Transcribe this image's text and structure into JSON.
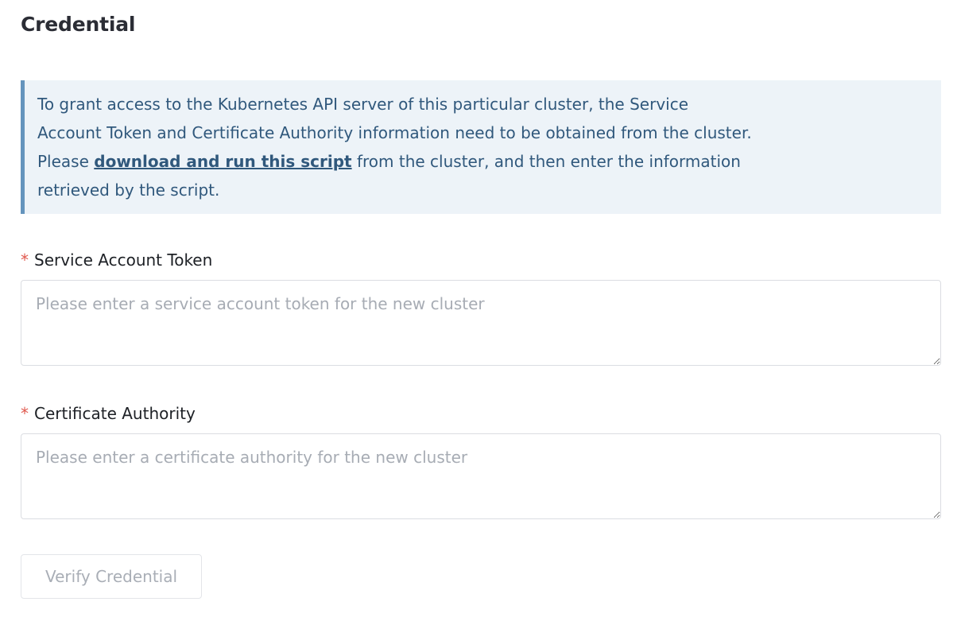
{
  "page": {
    "title": "Credential"
  },
  "banner": {
    "text_before": "To grant access to the Kubernetes API server of this particular cluster, the Service\nAccount Token and Certificate Authority information need to be obtained from the cluster.\nPlease ",
    "link_text": "download and run this script",
    "text_after": " from the cluster, and then enter the information\nretrieved by the script.",
    "background_color": "#edf3f8",
    "border_color": "#6494bd",
    "text_color": "#30587c"
  },
  "fields": [
    {
      "required_marker": "*",
      "label": "Service Account Token",
      "placeholder": "Please enter a service account token for the new cluster",
      "value": ""
    },
    {
      "required_marker": "*",
      "label": "Certificate Authority",
      "placeholder": "Please enter a certificate authority for the new cluster",
      "value": ""
    }
  ],
  "actions": {
    "verify_button_label": "Verify Credential",
    "verify_button_disabled": true
  },
  "colors": {
    "required_asterisk": "#e0594e",
    "heading_text": "#2b2d35",
    "label_text": "#1d2025",
    "placeholder_text": "#a7acb4",
    "input_border": "#dbdde2",
    "button_text": "#a9aeb6",
    "button_border": "#e3e5e9"
  }
}
